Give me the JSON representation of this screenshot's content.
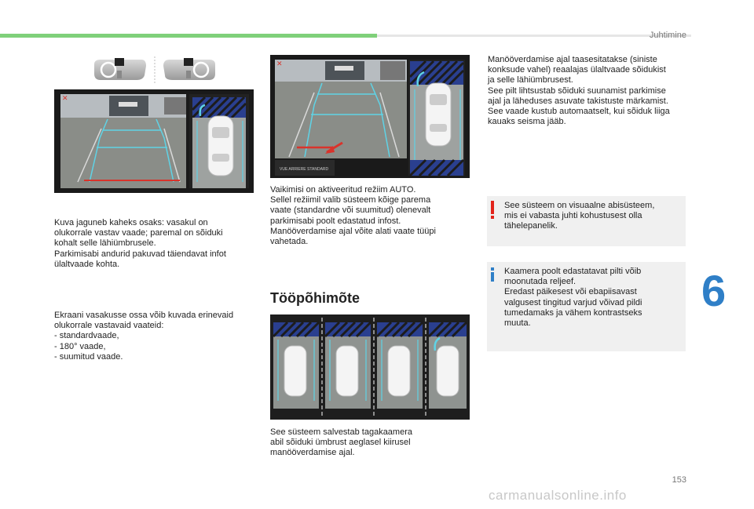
{
  "header": {
    "section": "Juhtimine"
  },
  "page": {
    "number": "153",
    "chapter": "6",
    "watermark": "carmanualsonline.info"
  },
  "left_column": {
    "paragraph1": "Kuva jaguneb kaheks osaks: vasakul on\nolukorrale vastav vaade; paremal on sõiduki\nkohalt selle lähiümbrusele.\nParkimisabi andurid pakuvad täiendavat infot\nülaltvaade kohta.",
    "paragraph2": "Ekraani vasakusse ossa võib kuvada erinevaid\nolukorrale vastavaid vaateid:\n-\tstandardvaade,\n-\t180° vaade,\n-\tsuumitud vaade."
  },
  "middle_column": {
    "camera_label": "VUE ARRIERE STANDARD",
    "paragraph1": "Vaikimisi on aktiveeritud režiim AUTO.\nSellel režiimil valib süsteem kõige parema\nvaate (standardne või suumitud) olenevalt\nparkimisabi poolt edastatud infost.\nManöö­verdamise ajal võite alati vaate tüüpi\nvahetada.",
    "heading": "Tööpõhimõte",
    "paragraph2": "See süsteem salvestab tagakaamera\nabil sõiduki ümbrust aeglasel kiirusel\nmanöö­verdamise ajal."
  },
  "right_column": {
    "paragraph1": "Manöö­verdamise ajal taasesitatakse (siniste\nkonksude vahel) reaalajas ülaltvaade sõidukist\nja selle lähiümbrusest.\nSee pilt lihtsustab sõiduki suunamist parkimise\najal ja läheduses asuvate takistuste märkamist.\nSee vaade kustub automaatselt, kui sõiduk liiga\nkauaks seisma jääb.",
    "warning_note": "See süsteem on visuaalne abisüsteem,\nmis ei vabasta juhti kohustusest olla\ntähelepanelik.",
    "info_note": "Kaamera poolt edastatavat pilti võib\nmoonutada reljeef.\nEredast päikesest või ebapiisavast\nvalgusest tingitud varjud võivad pildi\ntumedamaks ja vähem kontrastseks\nmuuta."
  },
  "colors": {
    "accent_green": "#7fd07a",
    "chapter_blue": "#2f7fc7",
    "warning_red": "#e2231a",
    "info_blue": "#2f7fc7",
    "guide_cyan": "#5fd3e6",
    "guide_red": "#d9332b",
    "stripe_blue": "#2a3f8f"
  }
}
